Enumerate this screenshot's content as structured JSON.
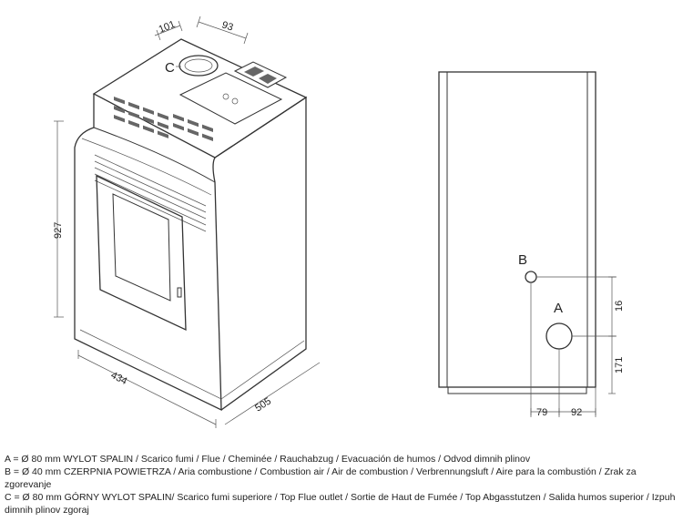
{
  "labels": {
    "a": "A",
    "b": "B",
    "c": "C"
  },
  "dimensions": {
    "height": "927",
    "depth": "434",
    "width": "505",
    "top_flue_offset": "101",
    "top_flue_depth": "93",
    "b_vertical": "16",
    "a_vertical": "171",
    "b_horizontal": "79",
    "a_horizontal": "92"
  },
  "legend": {
    "a": "A = Ø 80 mm WYLOT SPALIN / Scarico fumi / Flue / Cheminée / Rauchabzug / Evacuación de humos / Odvod dimnih plinov",
    "b": "B = Ø 40 mm CZERPNIA POWIETRZA / Aria combustione / Combustion air / Air de combustion / Verbrennungsluft / Aire para la combustión / Zrak za zgorevanje",
    "c": "C = Ø 80 mm GÓRNY WYLOT SPALIN/ Scarico fumi superiore / Top Flue outlet / Sortie de Haut de Fumée / Top Abgasstutzen / Salida humos superior / Izpuh dimnih plinov zgoraj"
  }
}
